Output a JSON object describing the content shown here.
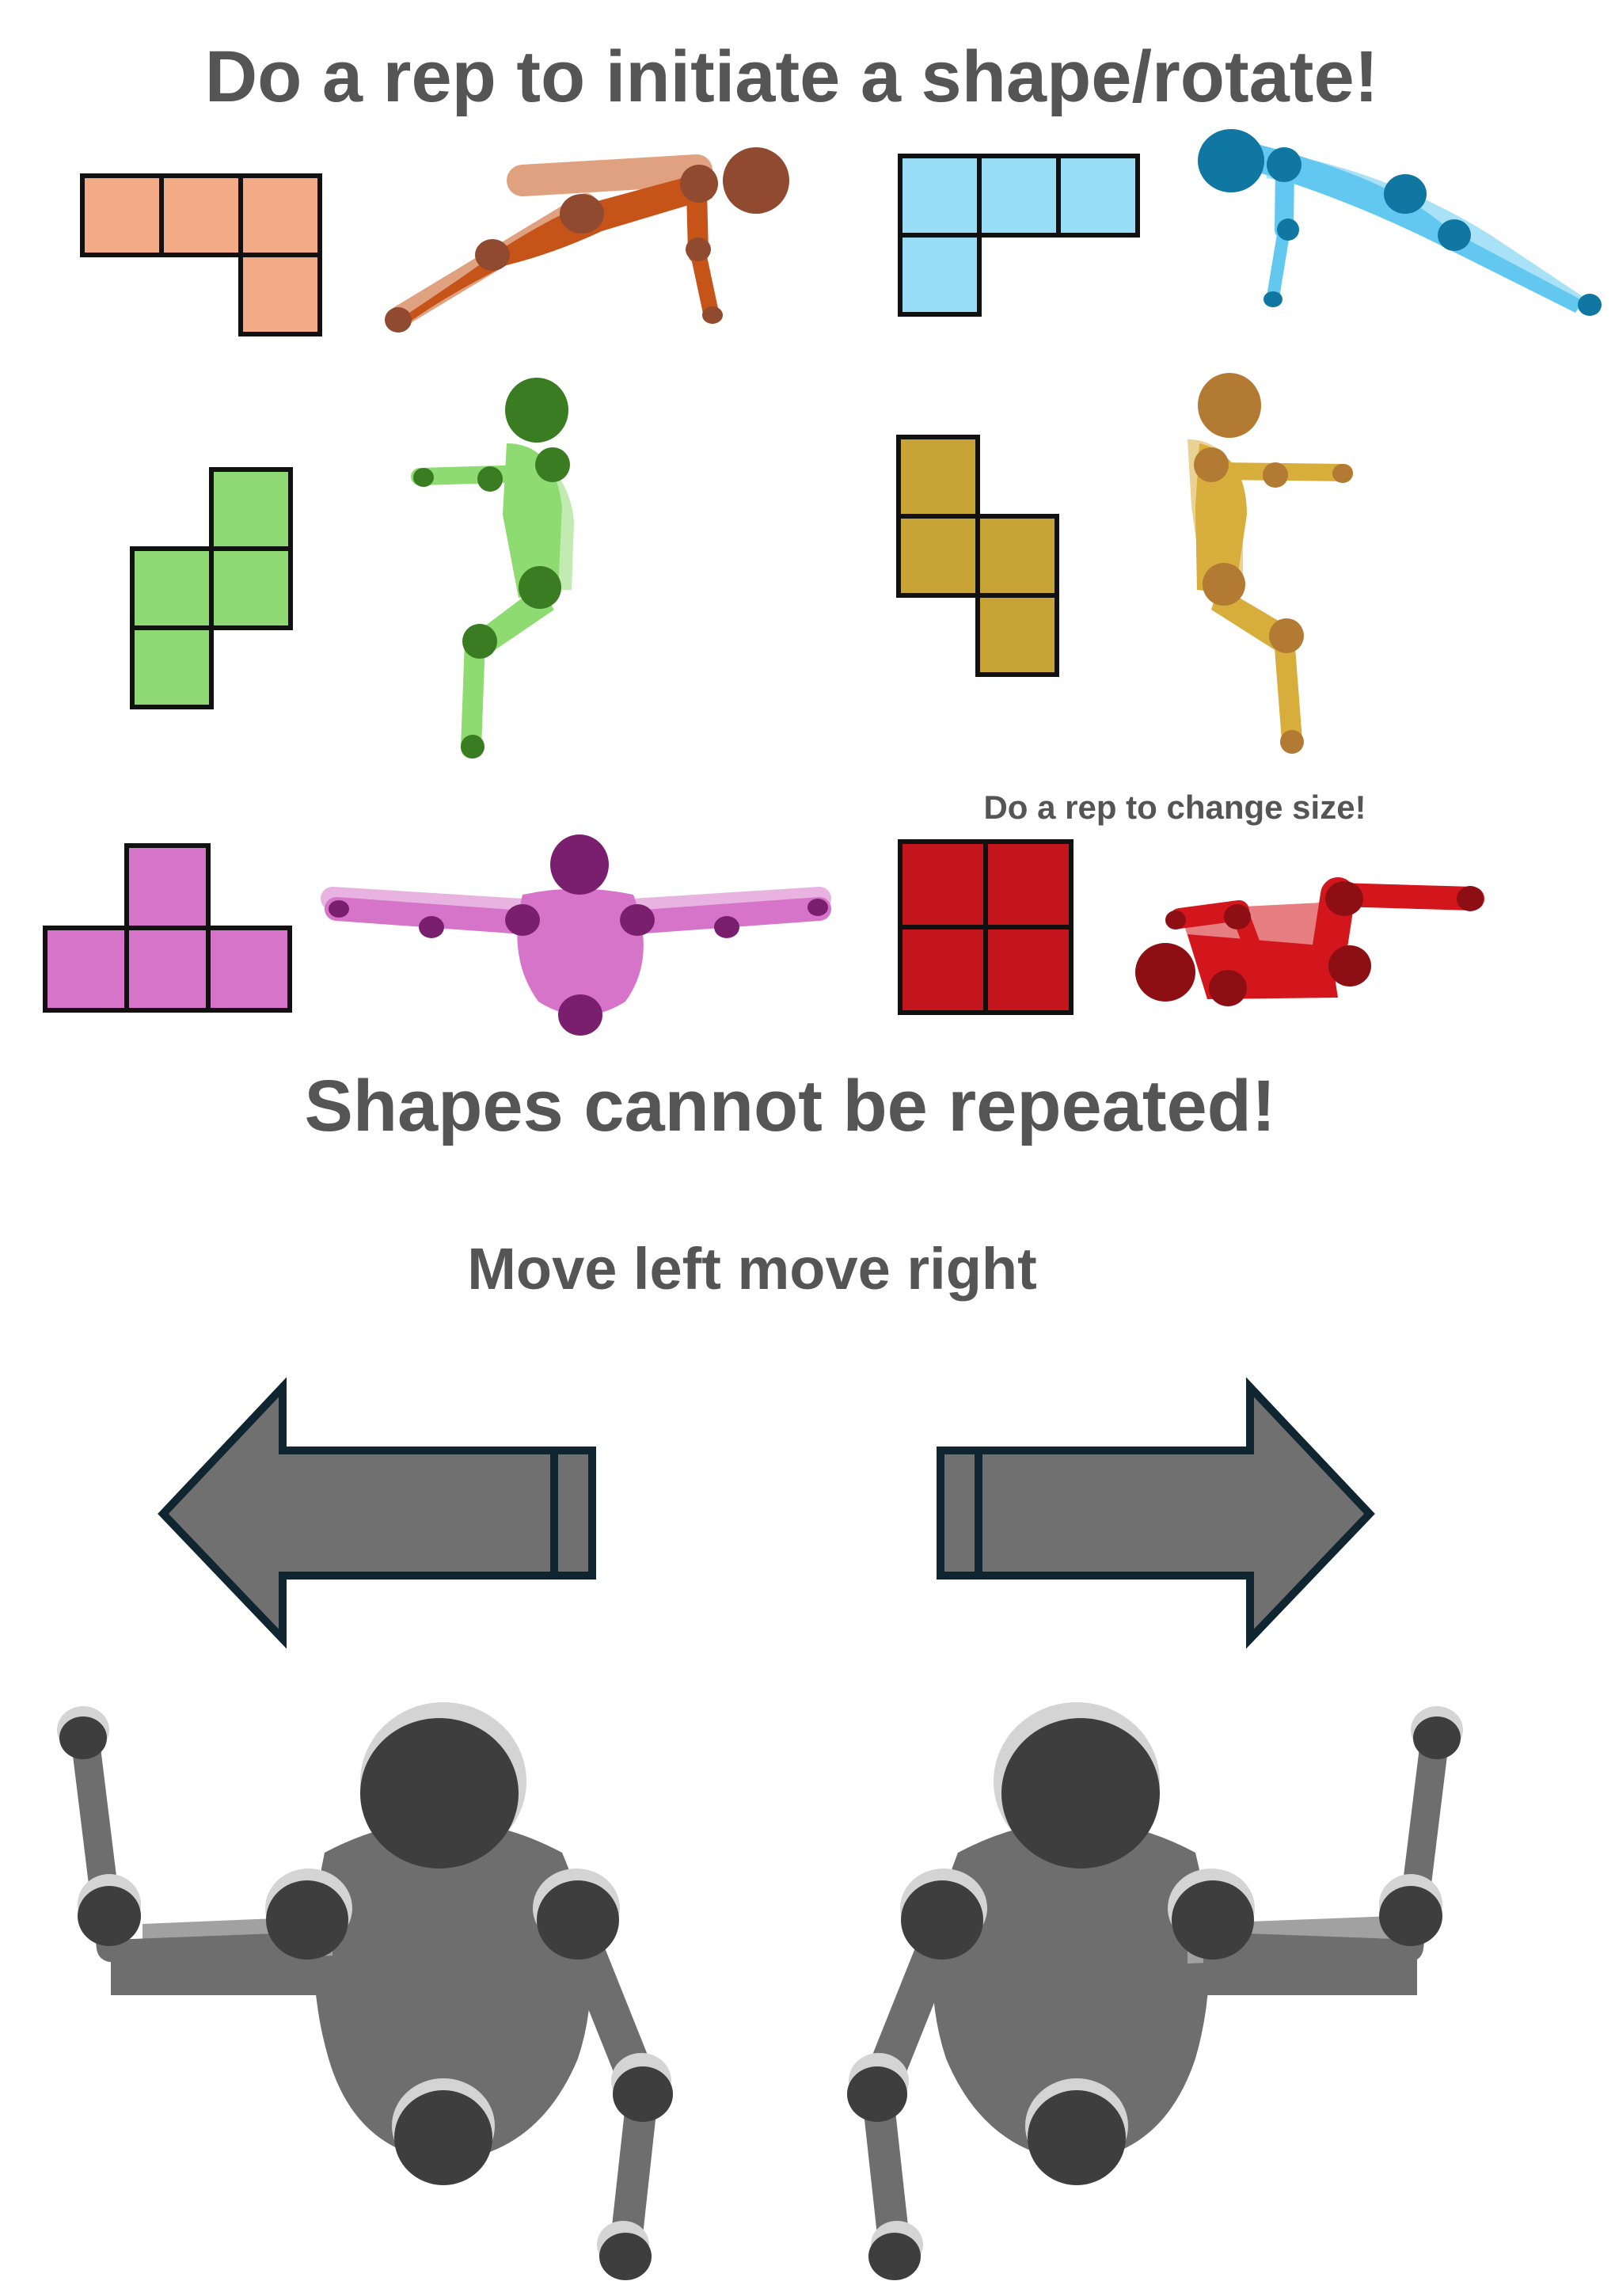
{
  "texts": {
    "title": "Do a rep to initiate a shape/rotate!",
    "size_hint": "Do a rep to change size!",
    "no_repeat": "Shapes cannot be repeated!",
    "move": "Move left move right"
  },
  "shapes": [
    {
      "name": "L-shape",
      "color": "#f3aa86"
    },
    {
      "name": "J-shape",
      "color": "#99dcf6"
    },
    {
      "name": "S-shape",
      "color": "#8fd975"
    },
    {
      "name": "Z-shape",
      "color": "#c8a437"
    },
    {
      "name": "T-shape",
      "color": "#d674c9"
    },
    {
      "name": "O-shape",
      "color": "#c3151b"
    }
  ],
  "figures": [
    {
      "name": "pushup-figure",
      "color": "#c65419",
      "joint": "#8f4a30"
    },
    {
      "name": "pike-figure",
      "color": "#62c8ef",
      "joint": "#0f77a1"
    },
    {
      "name": "squat-figure-green",
      "color": "#8edb71",
      "joint": "#3a7c22"
    },
    {
      "name": "squat-figure-gold",
      "color": "#d7ad3b",
      "joint": "#b27a32"
    },
    {
      "name": "arms-out-figure",
      "color": "#d674c9",
      "joint": "#7a1f6e"
    },
    {
      "name": "situp-figure",
      "color": "#d3161c",
      "joint": "#8d0f14"
    }
  ],
  "arrow_color": "#707070",
  "gray_figure_color": "#6e6e6e"
}
